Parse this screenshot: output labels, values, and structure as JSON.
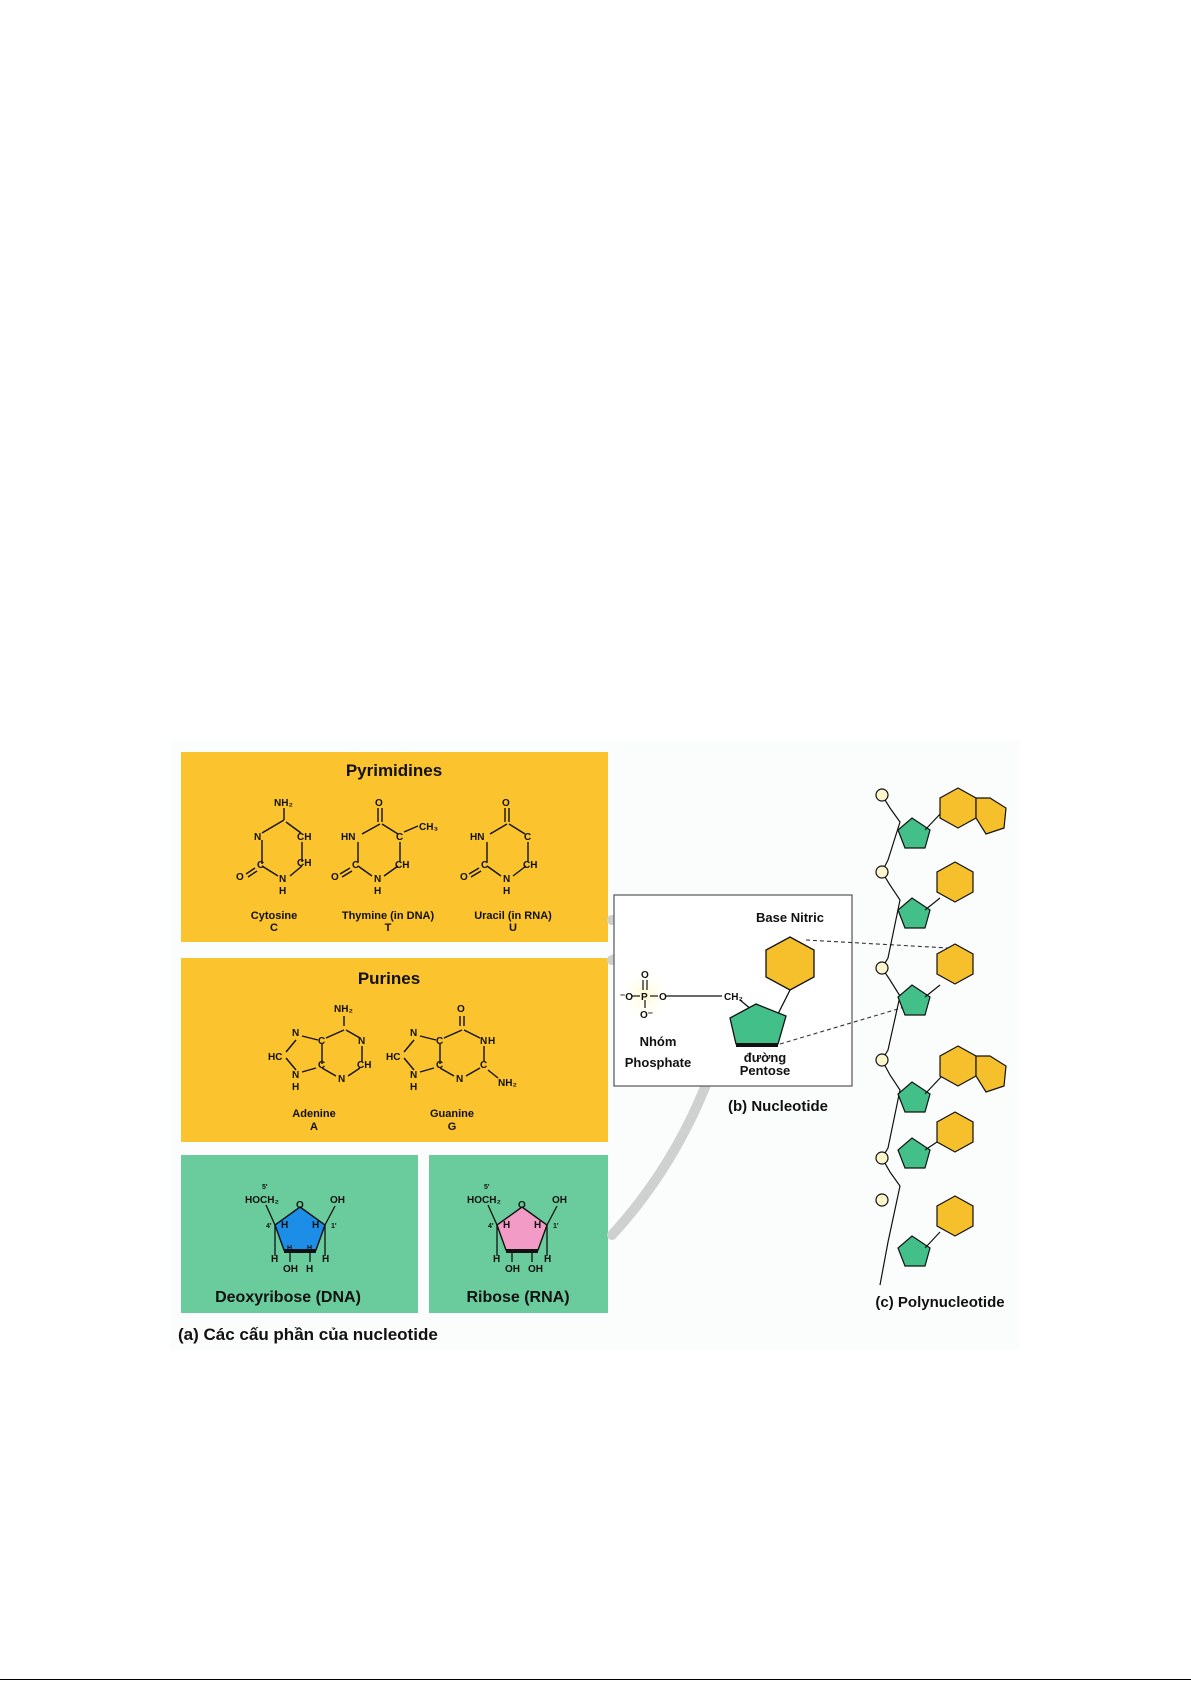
{
  "pyrimidines": {
    "heading": "Pyrimidines",
    "cytosine": {
      "name": "Cytosine",
      "letter": "C"
    },
    "thymine": {
      "name": "Thymine (in DNA)",
      "letter": "T"
    },
    "uracil": {
      "name": "Uracil (in RNA)",
      "letter": "U"
    }
  },
  "purines": {
    "heading": "Purines",
    "adenine": {
      "name": "Adenine",
      "letter": "A"
    },
    "guanine": {
      "name": "Guanine",
      "letter": "G"
    }
  },
  "sugars": {
    "deoxyribose": "Deoxyribose (DNA)",
    "ribose": "Ribose (RNA)"
  },
  "atoms": {
    "nh2": "NH₂",
    "o": "O",
    "n": "N",
    "h": "H",
    "hn": "HN",
    "ch": "CH",
    "c": "C",
    "ch3": "CH₃",
    "hc": "HC",
    "hoch2": "HOCH₂",
    "oh": "OH",
    "ch2": "CH₂",
    "p": "P",
    "o_minus": "O⁻",
    "o_minus_left": "⁻O",
    "prime5": "5'",
    "prime4": "4'",
    "prime3": "3'",
    "prime2": "2'",
    "prime1": "1'"
  },
  "nucleotide": {
    "base_label": "Base Nitric",
    "phosphate_label_1": "Nhóm",
    "phosphate_label_2": "Phosphate",
    "sugar_label_1": "đường",
    "sugar_label_2": "Pentose",
    "caption": "(b) Nucleotide"
  },
  "captions": {
    "a": "(a) Các cấu phần của nucleotide",
    "c": "(c) Polynucleotide"
  },
  "colors": {
    "base_panel": "#fbc32d",
    "sugar_panel": "#6acc9c",
    "base_shape": "#f5c02c",
    "pentose_green": "#43bf8a",
    "deoxyribose_blue": "#1d8ee8",
    "ribose_pink": "#f29bc7",
    "phosphate_glow": "#fff8b0"
  }
}
